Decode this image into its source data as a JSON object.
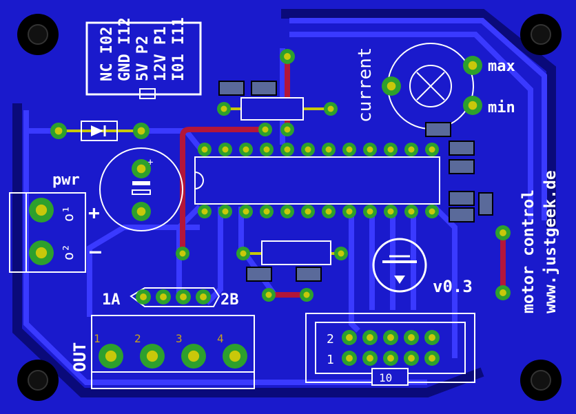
{
  "pcb": {
    "colors": {
      "board": "#1a1acc",
      "board_edge": "#0d0d99",
      "trace": "#3636ff",
      "trace_dark": "#0a0a7a",
      "pad": "#c8c80a",
      "pad_ring": "#2da02d",
      "silk": "#ffffff",
      "wire": "#b3163a",
      "smd": "#5a6a9a"
    },
    "labels": {
      "jumper_lines": [
        "NC I02",
        "GND I12",
        "5V P2",
        "12V P1",
        "I01 I11"
      ],
      "current": "current",
      "max": "max",
      "min": "min",
      "pwr": "pwr",
      "pwr_pin1": "o¹",
      "pwr_pin2": "o²",
      "plus": "+",
      "minus": "–",
      "cap_plus": "+",
      "out": "OUT",
      "out_pins": [
        "1",
        "2",
        "3",
        "4"
      ],
      "header_left": "1A",
      "header_right": "2B",
      "version": "v0.3",
      "title": "motor control",
      "url": "www.justgeek.de",
      "conn_row2": "2",
      "conn_row1": "1",
      "conn_count": "10"
    }
  }
}
